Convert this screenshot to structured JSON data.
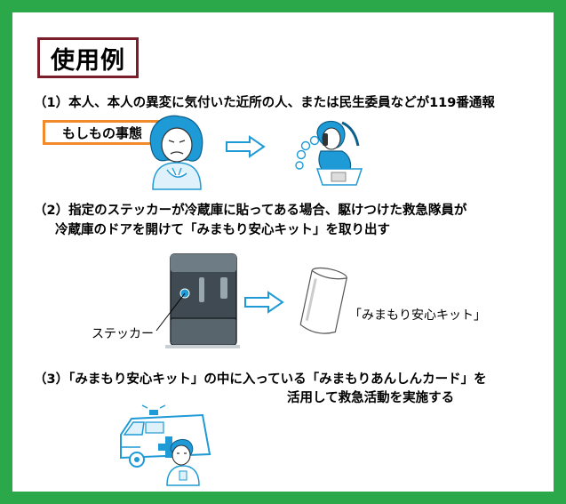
{
  "title": "使用例",
  "steps": {
    "step1": "（1）本人、本人の異変に気付いた近所の人、または民生委員などが119番通報",
    "step2_line1": "（2）指定のステッカーが冷蔵庫に貼ってある場合、駆けつけた救急隊員が",
    "step2_line2": "冷蔵庫のドアを開けて「みまもり安心キット」を取り出す",
    "step3_line1": "（3）「みまもり安心キット」の中に入っている「みまもりあんしんカード」を",
    "step3_line2": "活用して救急活動を実施する"
  },
  "badge": "もしもの事態",
  "labels": {
    "sticker": "ステッカー",
    "kit": "「みまもり安心キット」"
  },
  "colors": {
    "border_green": "#2ba84a",
    "title_border": "#7a1e2b",
    "badge_border": "#f08a2a",
    "illustration_blue": "#1e9ad6"
  },
  "icons": [
    "distressed-woman-icon",
    "arrow-right-icon",
    "phone-caller-icon",
    "refrigerator-icon",
    "kit-container-icon",
    "ambulance-icon",
    "paramedic-icon"
  ]
}
